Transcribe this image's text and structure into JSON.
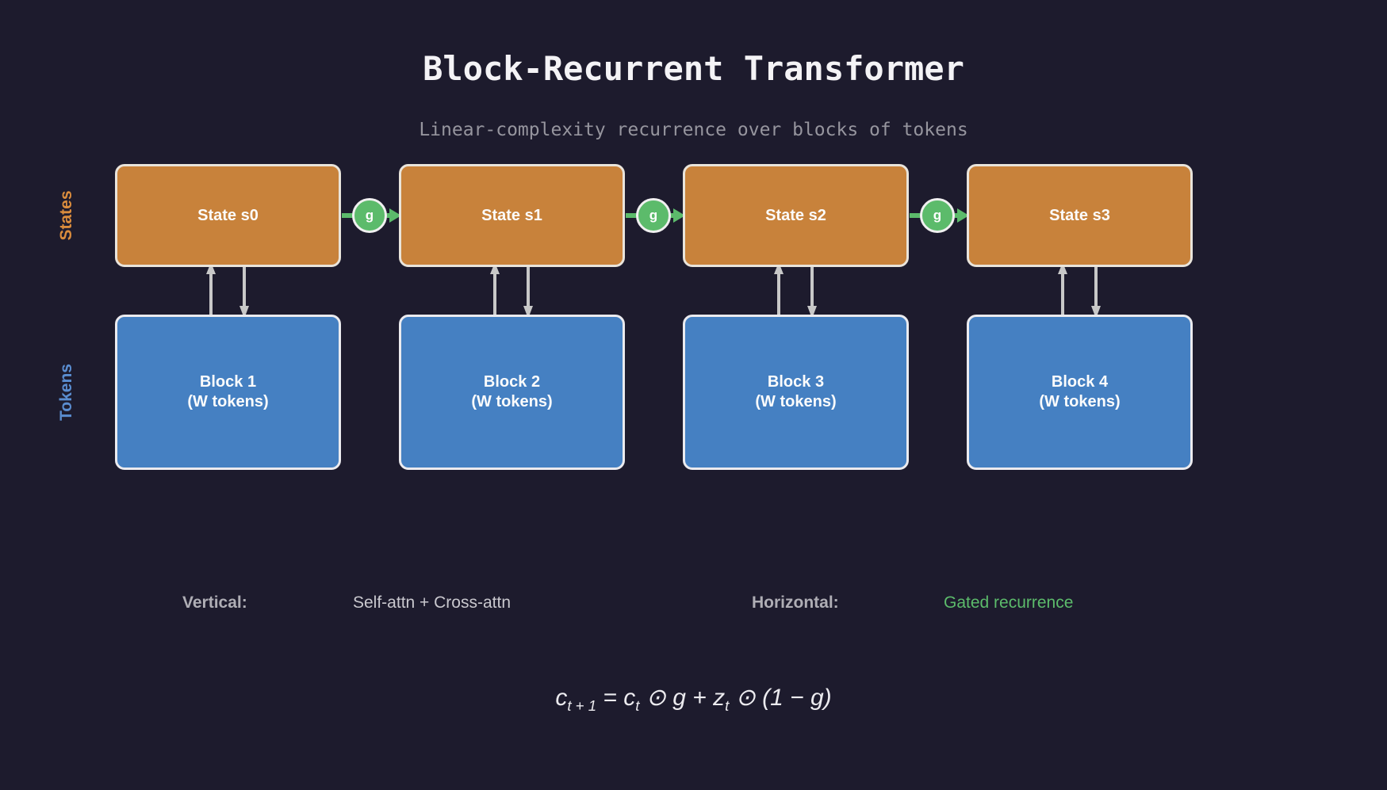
{
  "title": "Block-Recurrent Transformer",
  "subtitle": "Linear-complexity recurrence over blocks of tokens",
  "row_labels": {
    "states": "States",
    "tokens": "Tokens"
  },
  "states": [
    {
      "label": "State s0"
    },
    {
      "label": "State s1"
    },
    {
      "label": "State s2"
    },
    {
      "label": "State s3"
    }
  ],
  "blocks": [
    {
      "line1": "Block 1",
      "line2": "(W tokens)"
    },
    {
      "line1": "Block 2",
      "line2": "(W tokens)"
    },
    {
      "line1": "Block 3",
      "line2": "(W tokens)"
    },
    {
      "line1": "Block 4",
      "line2": "(W tokens)"
    }
  ],
  "gate": {
    "label": "g"
  },
  "legend": {
    "vertical_label": "Vertical:",
    "vertical_value": "Self-attn + Cross-attn",
    "horizontal_label": "Horizontal:",
    "horizontal_value": "Gated recurrence"
  },
  "formula": {
    "p1": "c",
    "s1": "t + 1",
    "p2": " = c",
    "s2": "t",
    "p3": " ⊙ g + z",
    "s3": "t",
    "p4": " ⊙ (1 − g)"
  },
  "colors": {
    "background": "#1D1B2D",
    "state_fill": "#C8823B",
    "block_fill": "#4580C2",
    "gate_green": "#5CBB6B",
    "arrow_gray": "#C8C8C8",
    "states_label": "#DA8C3D",
    "tokens_label": "#5A8DD0",
    "legend_green": "#5CBB6B"
  }
}
